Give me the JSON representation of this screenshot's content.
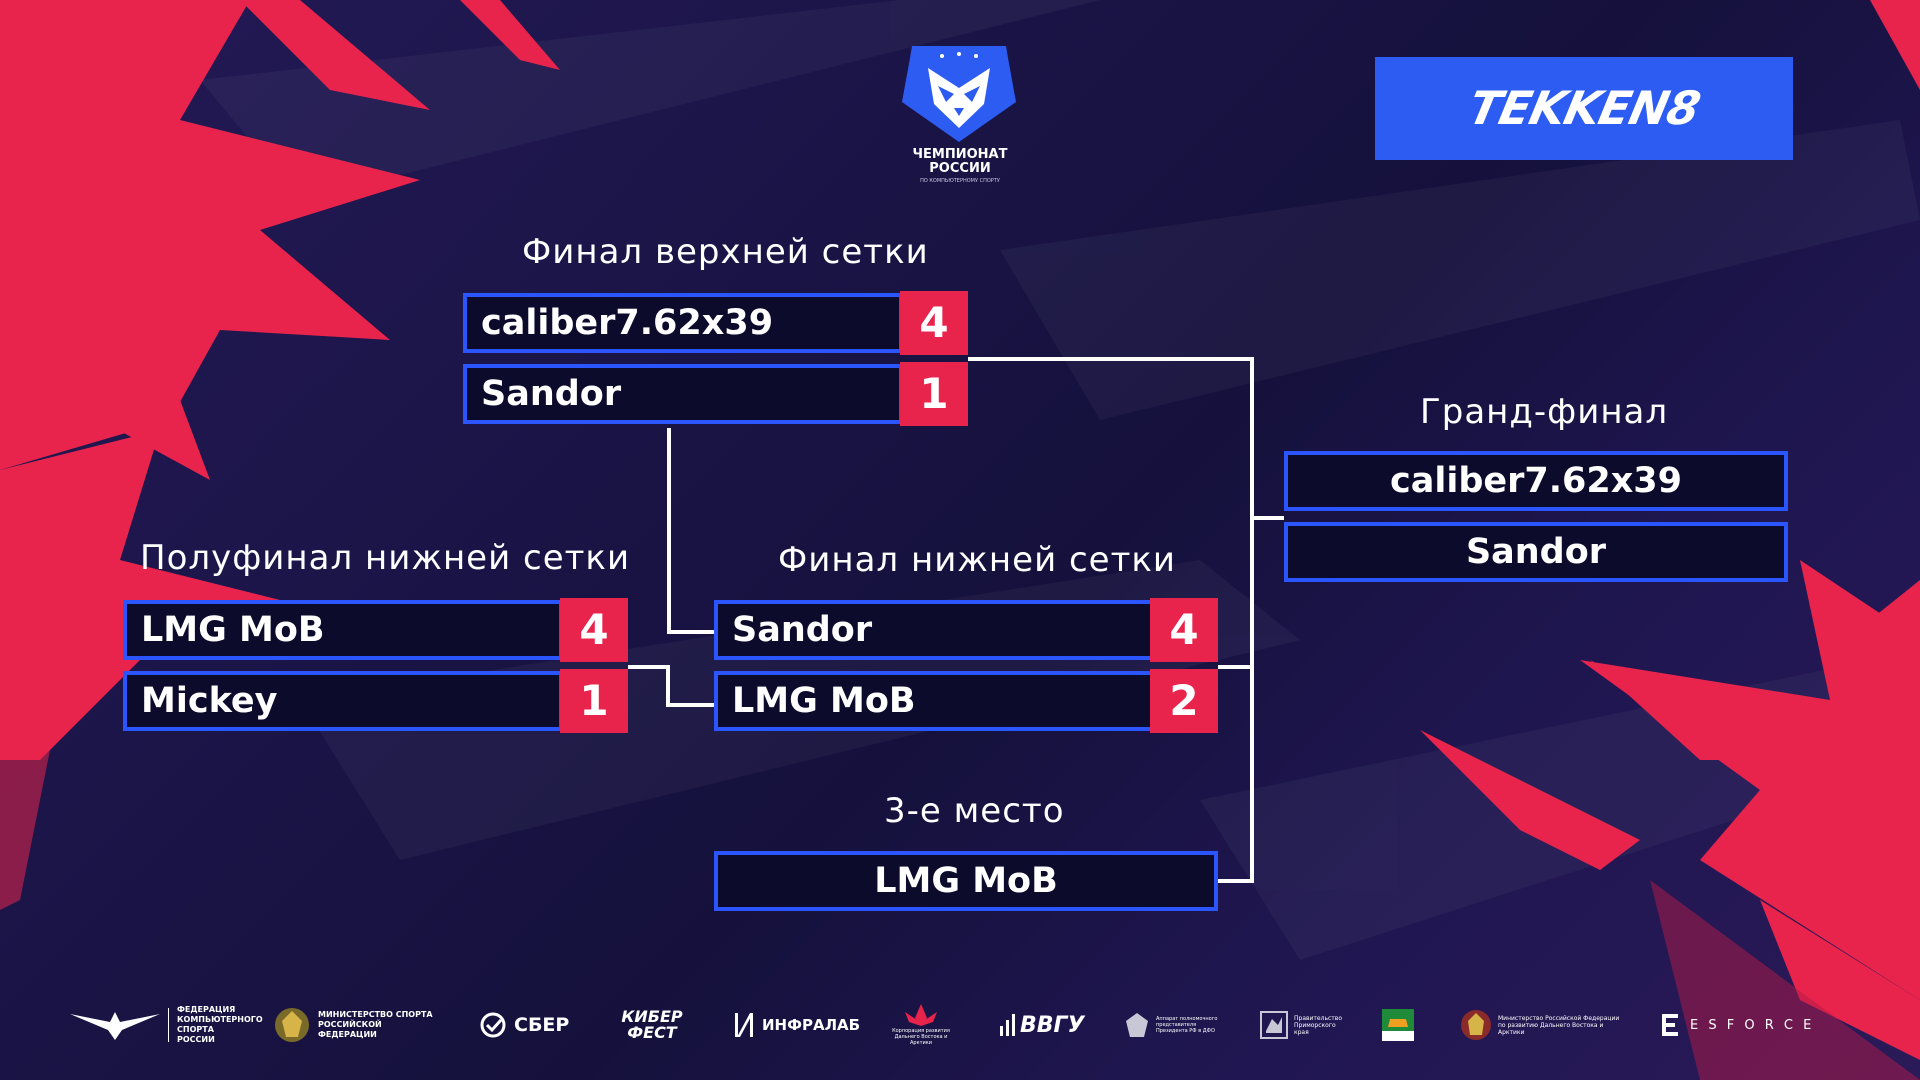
{
  "event": {
    "logo_line1": "ЧЕМПИОНАТ",
    "logo_line2": "РОССИИ",
    "logo_sub": "ПО КОМПЬЮТЕРНОМУ СПОРТУ",
    "game": "TEKKEN8"
  },
  "upper_final": {
    "title": "Финал верхней сетки",
    "p1": {
      "name": "caliber7.62x39",
      "score": "4"
    },
    "p2": {
      "name": "Sandor",
      "score": "1"
    }
  },
  "lower_semifinal": {
    "title": "Полуфинал нижней сетки",
    "p1": {
      "name": "LMG MoB",
      "score": "4"
    },
    "p2": {
      "name": "Mickey",
      "score": "1"
    }
  },
  "lower_final": {
    "title": "Финал нижней сетки",
    "p1": {
      "name": "Sandor",
      "score": "4"
    },
    "p2": {
      "name": "LMG MoB",
      "score": "2"
    }
  },
  "grand_final": {
    "title": "Гранд-финал",
    "p1": {
      "name": "caliber7.62x39"
    },
    "p2": {
      "name": "Sandor"
    }
  },
  "third_place": {
    "title": "3-е место",
    "p1": {
      "name": "LMG MoB"
    }
  },
  "sponsors": [
    {
      "icon": "winged-emblem-icon",
      "text": "ФЕДЕРАЦИЯ КОМПЬЮТЕРНОГО СПОРТА РОССИИ"
    },
    {
      "icon": "coat-of-arms-icon",
      "text": "МИНИСТЕРСТВО СПОРТА РОССИЙСКОЙ ФЕДЕРАЦИИ"
    },
    {
      "icon": "sber-check-icon",
      "text": "СБЕР"
    },
    {
      "icon": "",
      "text": "КИБЕР ФЕСТ"
    },
    {
      "icon": "infralab-icon",
      "text": "ИНФРАЛАБ"
    },
    {
      "icon": "lotus-icon",
      "text": "Корпорация развития Дальнего Востока и Арктики"
    },
    {
      "icon": "bars-icon",
      "text": "ВВГУ"
    },
    {
      "icon": "eagle-icon",
      "text": "Аппарат полномочного представителя Президента РФ в ДФО"
    },
    {
      "icon": "map-icon",
      "text": "Правительство Приморского края"
    },
    {
      "icon": "tiger-flag-icon",
      "text": ""
    },
    {
      "icon": "coat-of-arms-icon",
      "text": "Министерство Российской Федерации по развитию Дальнего Востока и Арктики"
    },
    {
      "icon": "e-icon",
      "text": "E S F O R C E"
    }
  ],
  "colors": {
    "accent_blue": "#2b55ff",
    "accent_red": "#e8244d",
    "background": "#1a1446"
  }
}
